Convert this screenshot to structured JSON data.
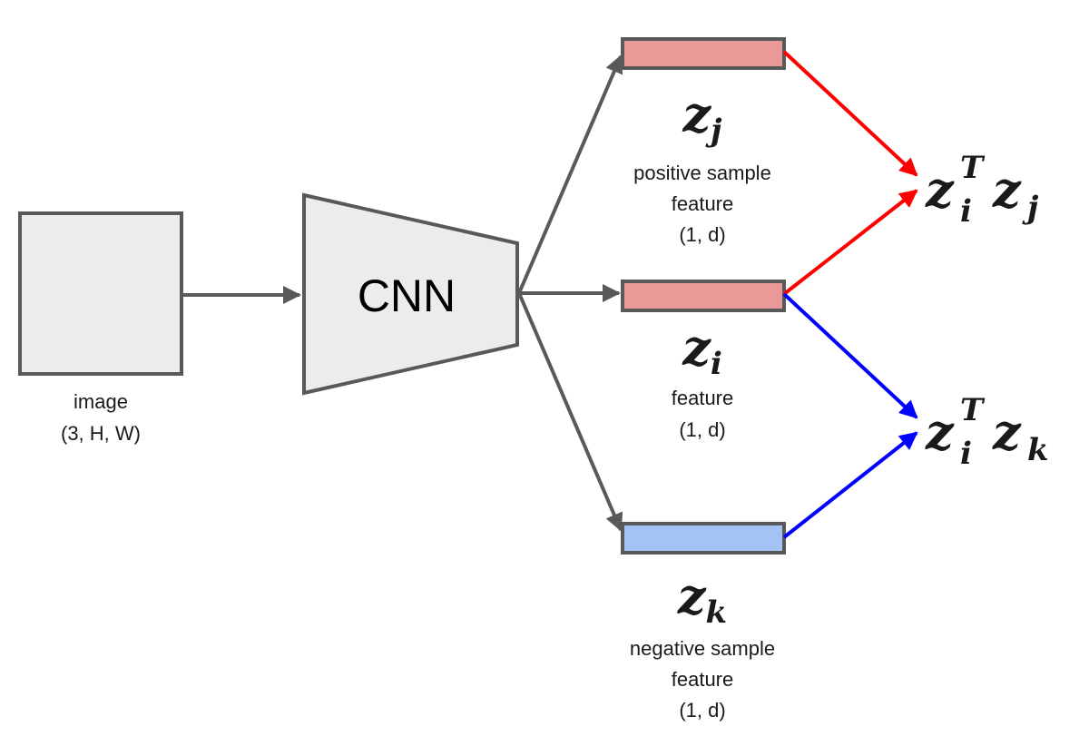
{
  "colors": {
    "box_fill": "#ececec",
    "stroke": "#595959",
    "positive_feature_fill": "#ea9999",
    "negative_feature_fill": "#a4c2f4",
    "positive_arrow": "#ff0000",
    "negative_arrow": "#0000ff"
  },
  "input": {
    "name": "image",
    "shape": "(3, H, W)"
  },
  "encoder": {
    "label": "CNN"
  },
  "features": {
    "positive": {
      "symbol": "z",
      "subscript": "j",
      "desc_1": "positive sample",
      "desc_2": "feature",
      "shape": "(1, d)"
    },
    "anchor": {
      "symbol": "z",
      "subscript": "i",
      "desc_1": "feature",
      "shape": "(1, d)"
    },
    "negative": {
      "symbol": "z",
      "subscript": "k",
      "desc_1": "negative sample",
      "desc_2": "feature",
      "shape": "(1, d)"
    }
  },
  "outputs": {
    "positive_score": {
      "z1": "z",
      "sub1": "i",
      "sup": "T",
      "z2": "z",
      "sub2": "j"
    },
    "negative_score": {
      "z1": "z",
      "sub1": "i",
      "sup": "T",
      "z2": "z",
      "sub2": "k"
    }
  }
}
